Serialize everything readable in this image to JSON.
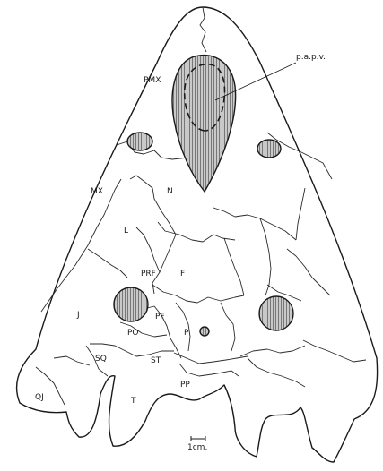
{
  "labels": {
    "pmx": "PMX",
    "papv": "p.a.p.v.",
    "mx": "MX",
    "n": "N",
    "l": "L",
    "prf": "PRF",
    "f": "F",
    "j": "J",
    "pf": "PF",
    "po": "PO",
    "p": "P",
    "sq": "SQ",
    "st": "ST",
    "pp": "PP",
    "qj": "QJ",
    "t": "T"
  },
  "scale_bar": {
    "label": "1cm."
  },
  "colors": {
    "line": "#1a1a1a",
    "background": "#ffffff",
    "hatch": "#9a9a9a"
  }
}
